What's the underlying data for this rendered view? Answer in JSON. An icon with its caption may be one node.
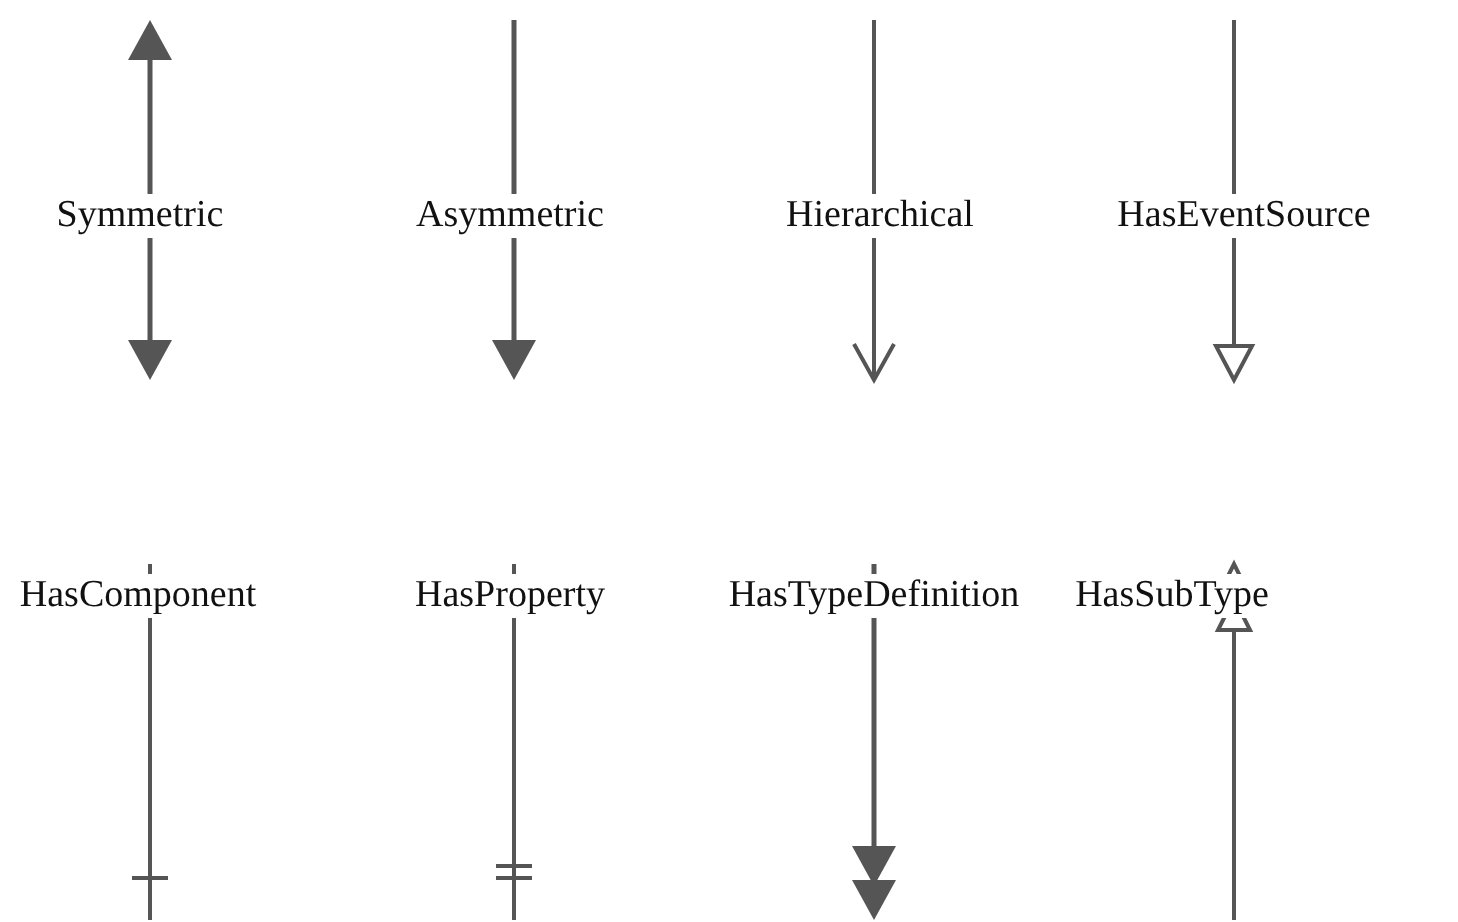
{
  "diagram": {
    "labels": [
      "Symmetric",
      "Asymmetric",
      "Hierarchical",
      "HasEventSource",
      "HasComponent",
      "HasProperty",
      "HasTypeDefinition",
      "HasSubType"
    ]
  }
}
